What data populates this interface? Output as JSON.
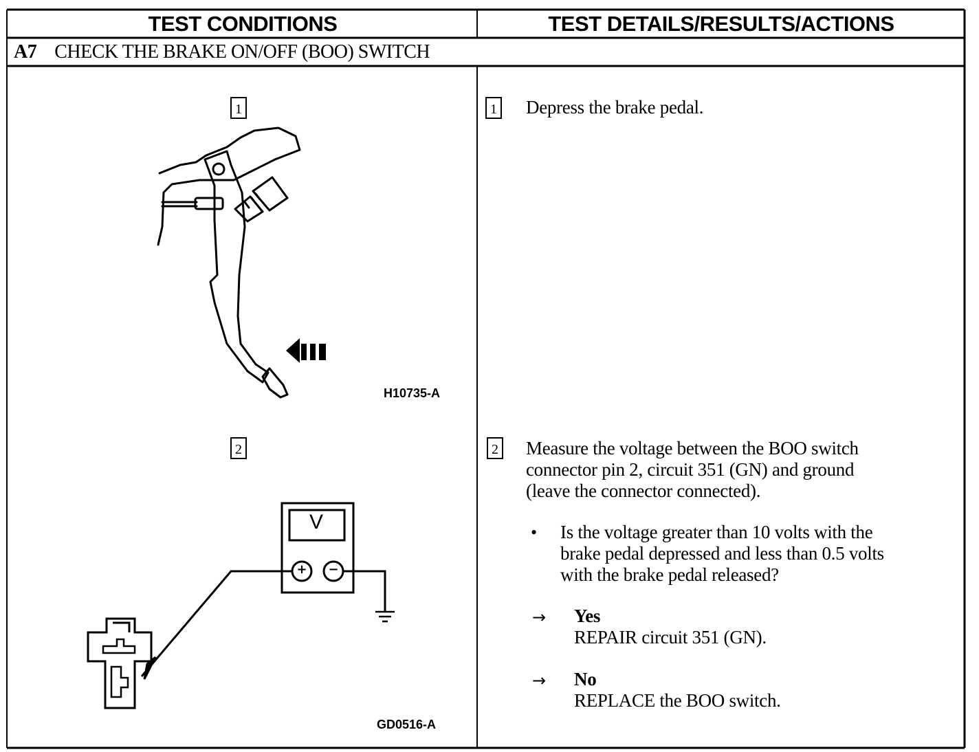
{
  "header": {
    "left": "TEST CONDITIONS",
    "right": "TEST DETAILS/RESULTS/ACTIONS"
  },
  "step": {
    "id": "A7",
    "title": "CHECK THE BRAKE ON/OFF (BOO) SWITCH"
  },
  "sub1": {
    "num": "1",
    "figure_code": "H10735-A",
    "instruction": "Depress the brake pedal."
  },
  "sub2": {
    "num": "2",
    "figure_code": "GD0516-A",
    "meter_label": "V",
    "meter_plus": "+",
    "meter_minus": "−",
    "instruction_lines": [
      "Measure the voltage between the BOO switch",
      "connector pin 2, circuit 351 (GN) and ground",
      "(leave the connector connected)."
    ],
    "question_lines": [
      "Is the voltage greater than 10 volts with the",
      "brake pedal depressed and less than 0.5 volts",
      "with the brake pedal released?"
    ],
    "answers": [
      {
        "label": "Yes",
        "action": "REPAIR circuit 351 (GN)."
      },
      {
        "label": "No",
        "action": "REPLACE the BOO switch."
      }
    ],
    "arrow_glyph": "→",
    "bullet_glyph": "•"
  }
}
